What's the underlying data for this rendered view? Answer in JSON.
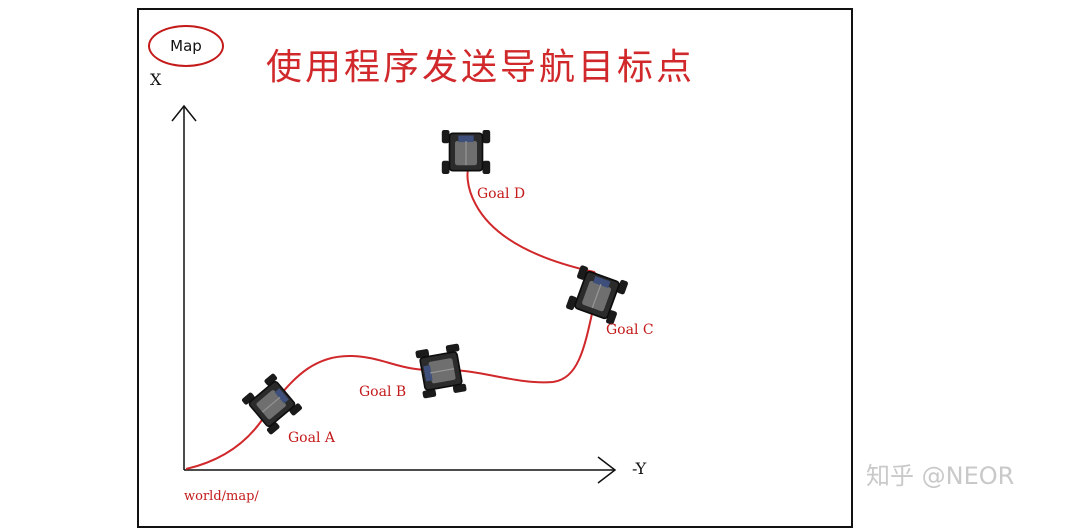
{
  "diagram": {
    "map_badge": "Map",
    "title": "使用程序发送导航目标点",
    "axis_x_label": "X",
    "axis_y_label": "-Y",
    "origin_label": "world/map/",
    "goals": [
      {
        "label": "Goal A"
      },
      {
        "label": "Goal B"
      },
      {
        "label": "Goal C"
      },
      {
        "label": "Goal D"
      }
    ],
    "path_color": "#d0282b",
    "accent_color": "#c41a1a"
  },
  "watermark": "知乎 @NEOR"
}
